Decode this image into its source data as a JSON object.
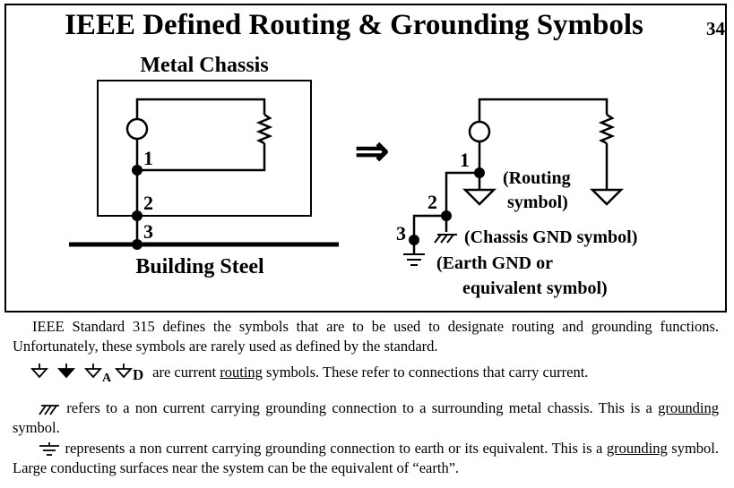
{
  "slide": {
    "title": "IEEE Defined Routing & Grounding Symbols",
    "number": "34"
  },
  "diagram": {
    "left": {
      "chassis_label": "Metal Chassis",
      "steel_label": "Building Steel",
      "nodes": [
        "1",
        "2",
        "3"
      ]
    },
    "arrow": "⇒",
    "right": {
      "nodes": [
        "1",
        "2",
        "3"
      ],
      "routing_label_1": "(Routing",
      "routing_label_2": "symbol)",
      "chassis_gnd_label": "(Chassis GND symbol)",
      "earth_gnd_label_1": "(Earth GND or",
      "earth_gnd_label_2": "equivalent symbol)"
    }
  },
  "text": {
    "intro": "IEEE Standard 315 defines the symbols that are to be used to designate routing and grounding functions.  Unfortunately, these symbols are rarely used as defined by the standard.",
    "routing_sym_a": "A",
    "routing_sym_d": "D",
    "routing_pre": "are current ",
    "routing_word": "routing",
    "routing_post": " symbols.  These refer to connections that carry current.",
    "chassis_line_1": "refers to a non current carrying grounding connection to a surrounding metal chassis.  This is a",
    "chassis_word": "grounding",
    "chassis_line_2": " symbol.",
    "earth_line_1": "represents a non current carrying grounding connection to earth or its equivalent.  This is a",
    "earth_word": "grounding",
    "earth_line_2": " symbol.  Large conducting surfaces near the system can be the equivalent of “earth”."
  }
}
